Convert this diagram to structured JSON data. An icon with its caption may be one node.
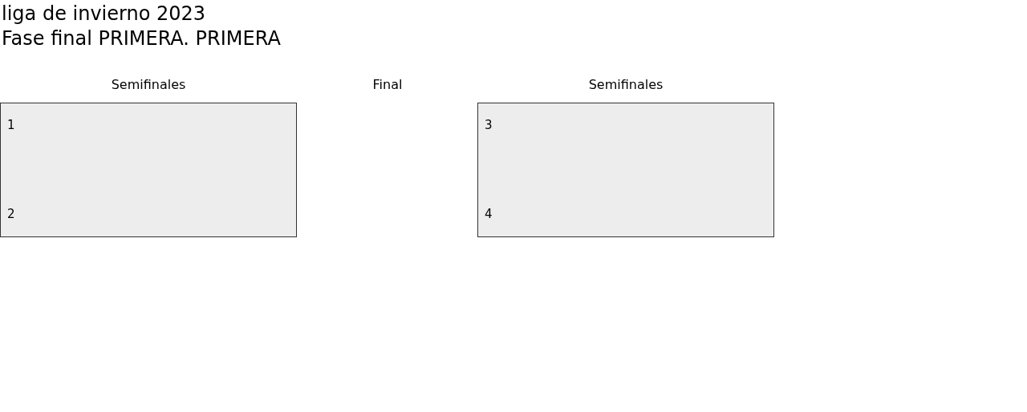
{
  "diagram": {
    "title": "liga de invierno 2023",
    "nodes": [
      {
        "text": [
          "1",
          "2"
        ]
      },
      {
        "text": [
          "3",
          "4"
        ]
      }
    ],
    "labels": [
      "Fase final PRIMERA. PRIMERA",
      "Semifinales",
      "Final",
      "Semifinales"
    ]
  }
}
